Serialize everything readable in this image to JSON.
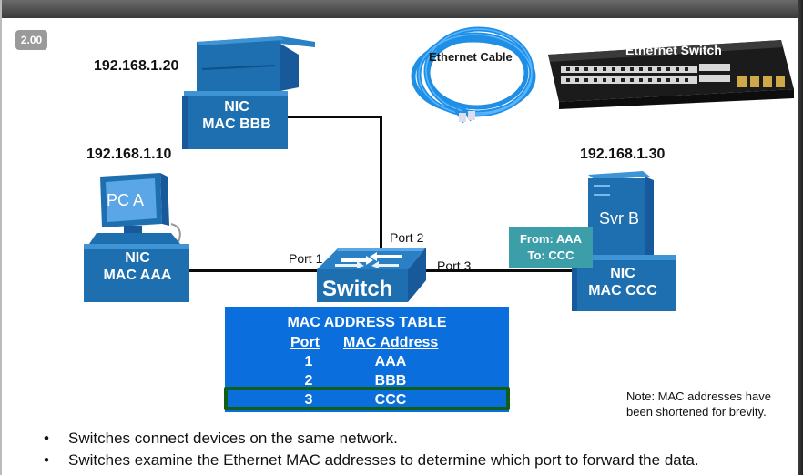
{
  "zoom_badge": "2.00",
  "printer": {
    "ip": "192.168.1.20",
    "nic": "NIC",
    "mac": "MAC BBB"
  },
  "pc": {
    "ip": "192.168.1.10",
    "name": "PC A",
    "nic": "NIC",
    "mac": "MAC AAA"
  },
  "server": {
    "ip": "192.168.1.30",
    "name": "Svr B",
    "nic": "NIC",
    "mac": "MAC CCC"
  },
  "switch": {
    "name": "Switch",
    "port1": "Port 1",
    "port2": "Port 2",
    "port3": "Port 3"
  },
  "frame": {
    "from": "From: AAA",
    "to": "To: CCC"
  },
  "cable_label": "Ethernet Cable",
  "switch_photo_label": "Ethernet Switch",
  "mac_table": {
    "title": "MAC ADDRESS TABLE",
    "col_port": "Port",
    "col_mac": "MAC Address",
    "rows": [
      {
        "port": "1",
        "mac": "AAA"
      },
      {
        "port": "2",
        "mac": "BBB"
      },
      {
        "port": "3",
        "mac": "CCC"
      }
    ]
  },
  "note": {
    "line1": "Note: MAC addresses have",
    "line2": "been shortened for brevity."
  },
  "bullets": [
    "Switches connect devices on the same network.",
    "Switches examine the Ethernet MAC addresses to determine which port to forward the data."
  ],
  "colors": {
    "device_blue": "#1e6fb0",
    "table_blue": "#0a6edc",
    "highlight": "#0f5e1a",
    "frame": "#3c9ea8"
  }
}
